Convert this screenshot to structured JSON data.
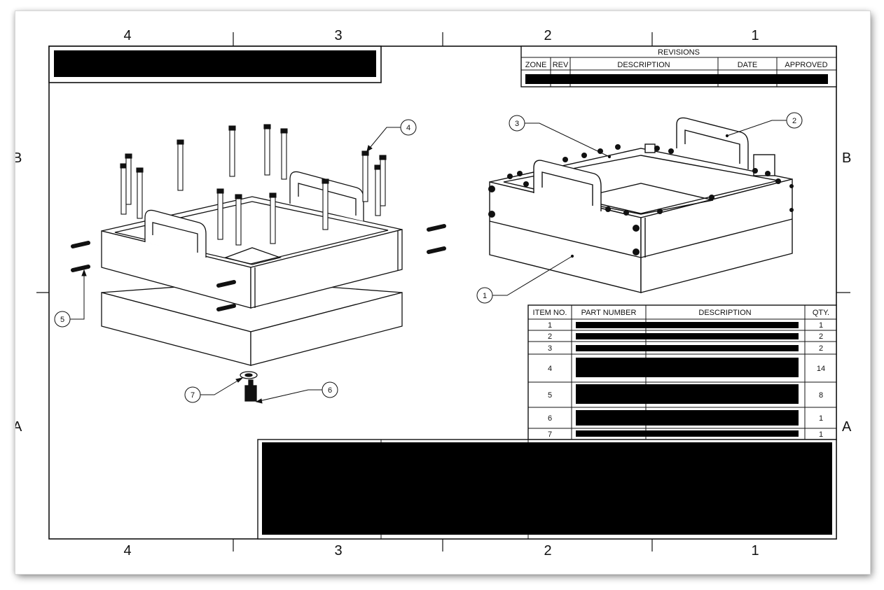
{
  "sheet": {
    "zones_top": [
      "4",
      "3",
      "2",
      "1"
    ],
    "zones_bottom": [
      "4",
      "3",
      "2",
      "1"
    ],
    "zones_side_left": [
      "B",
      "A"
    ],
    "zones_side_right": [
      "B",
      "A"
    ]
  },
  "revisions": {
    "title": "REVISIONS",
    "headers": [
      "ZONE",
      "REV",
      "DESCRIPTION",
      "DATE",
      "APPROVED"
    ]
  },
  "callouts": [
    "1",
    "2",
    "3",
    "4",
    "5",
    "6",
    "7"
  ],
  "bom": {
    "headers": [
      "ITEM NO.",
      "PART NUMBER",
      "DESCRIPTION",
      "QTY."
    ],
    "rows": [
      {
        "item": "1",
        "qty": "1"
      },
      {
        "item": "2",
        "qty": "2"
      },
      {
        "item": "3",
        "qty": "2"
      },
      {
        "item": "4",
        "qty": "14"
      },
      {
        "item": "5",
        "qty": "8"
      },
      {
        "item": "6",
        "qty": "1"
      },
      {
        "item": "7",
        "qty": "1"
      }
    ]
  },
  "colors": {
    "line": "#111111",
    "redaction": "#000000",
    "paper": "#ffffff"
  }
}
